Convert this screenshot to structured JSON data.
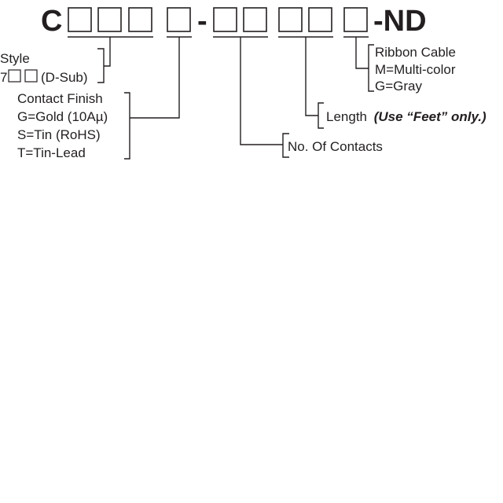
{
  "part_number": {
    "prefix": "C",
    "dash_1": "-",
    "suffix": "-ND"
  },
  "fields": {
    "style": {
      "title": "Style",
      "option_prefix": "7",
      "option_suffix": "(D-Sub)"
    },
    "contact_finish": {
      "title": "Contact Finish",
      "options": [
        "G=Gold (10Aµ)",
        "S=Tin (RoHS)",
        "T=Tin-Lead"
      ]
    },
    "contacts": {
      "title": "No. Of Contacts"
    },
    "length": {
      "title": "Length",
      "note": "(Use “Feet” only.)"
    },
    "ribbon_cable": {
      "title": "Ribbon Cable",
      "options": [
        "M=Multi-color",
        "G=Gray"
      ]
    }
  },
  "colors": {
    "ink": "#231f20",
    "background": "#ffffff"
  }
}
